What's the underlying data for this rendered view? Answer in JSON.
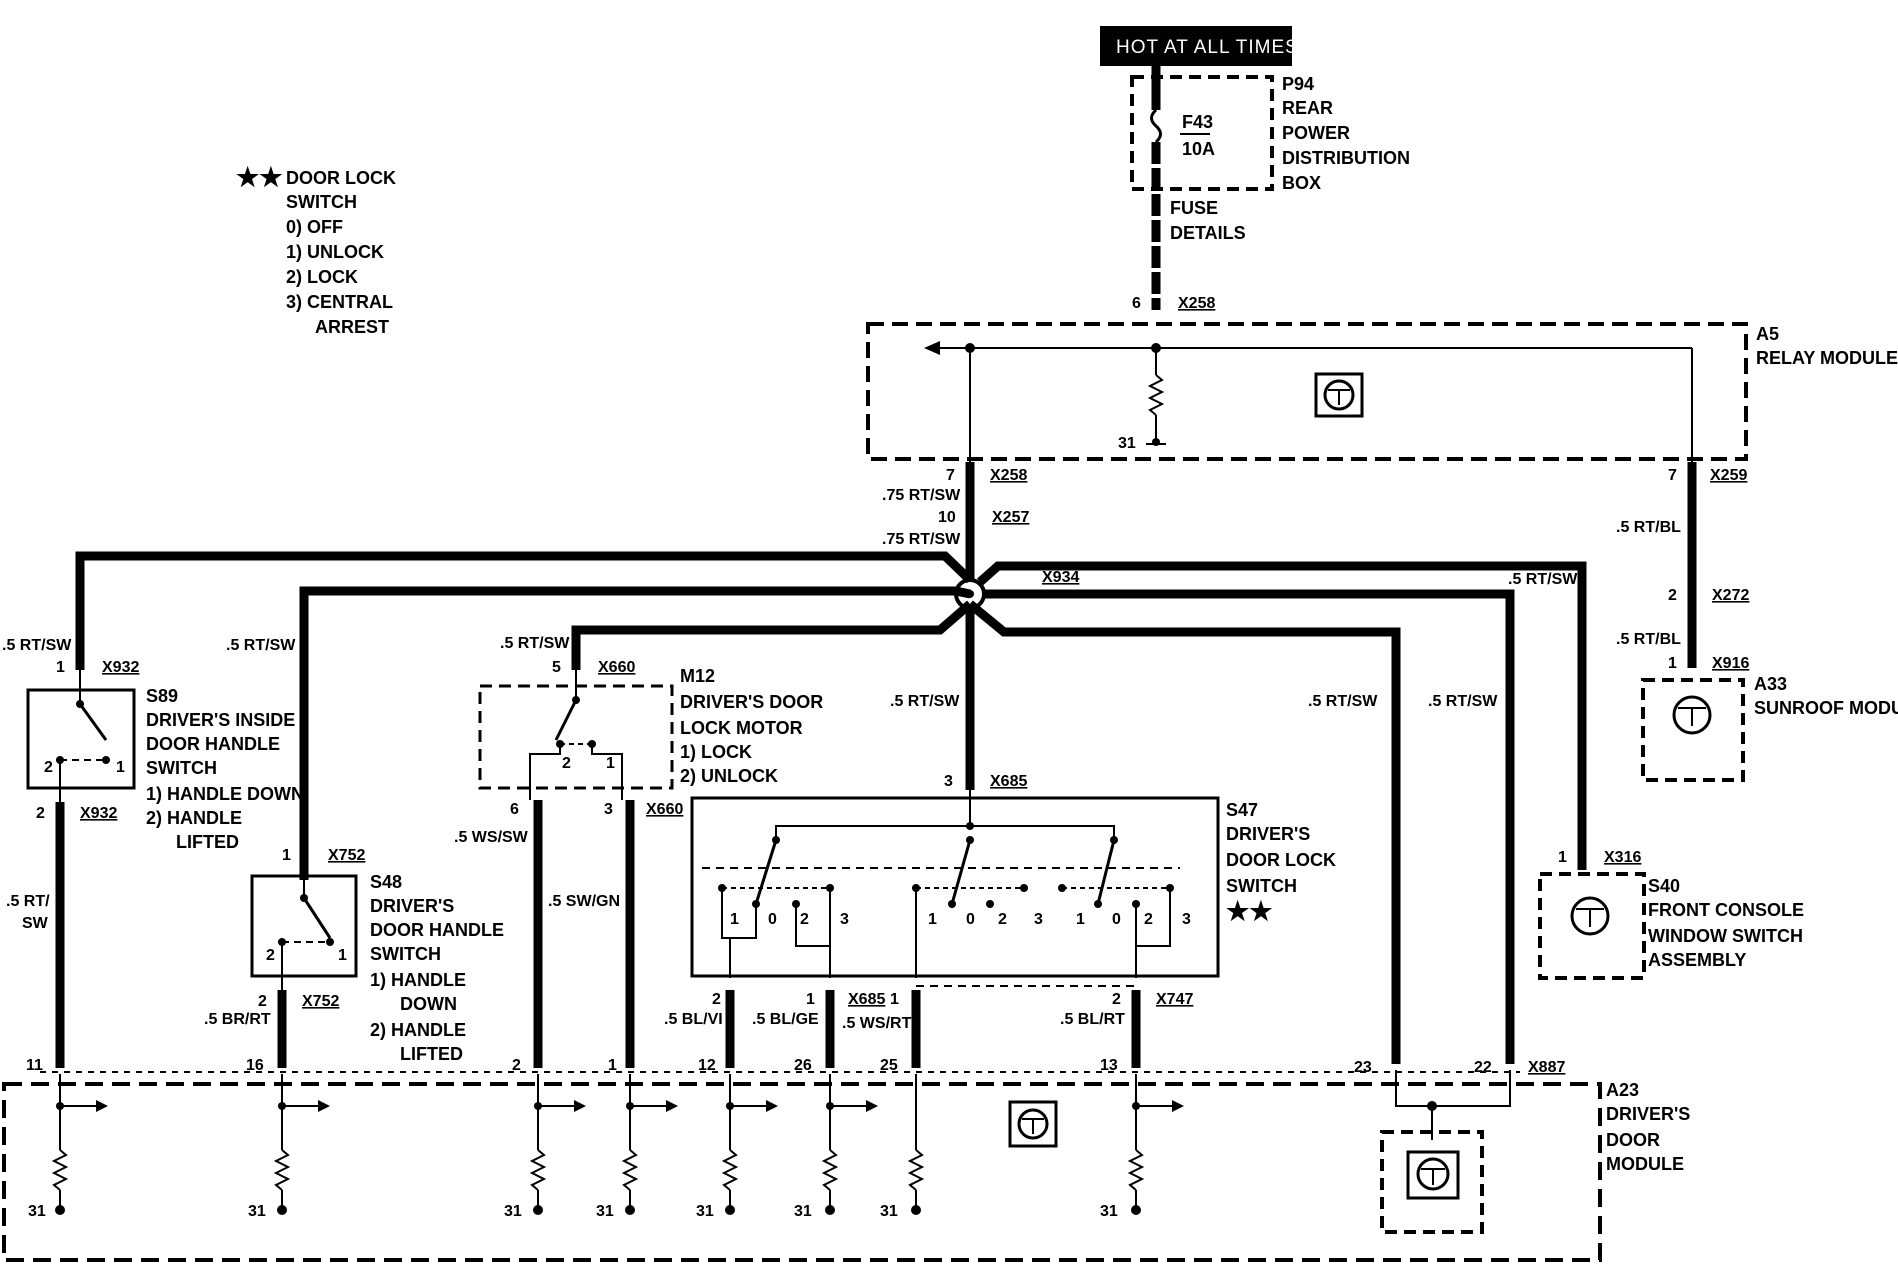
{
  "header": {
    "power_source": "HOT AT ALL TIMES"
  },
  "legend": {
    "title_line1": "DOOR LOCK",
    "title_line2": "SWITCH",
    "items": [
      "0)  OFF",
      "1)  UNLOCK",
      "2)  LOCK",
      "3)  CENTRAL",
      "ARREST"
    ]
  },
  "fuse_box": {
    "fuse_id": "F43",
    "fuse_rating": "10A",
    "lines": [
      "P94",
      "REAR",
      "POWER",
      "DISTRIBUTION",
      "BOX"
    ],
    "details_line1": "FUSE",
    "details_line2": "DETAILS"
  },
  "relay_module": {
    "id": "A5",
    "name": "RELAY MODULE",
    "pin_top": "6",
    "conn_top": "X258",
    "ground_pin": "31"
  },
  "sunroof": {
    "id": "A33",
    "name": "SUNROOF MODULE"
  },
  "door_handle_inside": {
    "id": "S89",
    "lines": [
      "DRIVER'S INSIDE",
      "DOOR HANDLE",
      "SWITCH",
      "1)   HANDLE DOWN",
      "2)   HANDLE",
      "LIFTED"
    ]
  },
  "door_handle": {
    "id": "S48",
    "lines": [
      "DRIVER'S",
      "DOOR HANDLE",
      "SWITCH",
      "1)   HANDLE",
      "DOWN",
      "2)   HANDLE",
      "LIFTED"
    ]
  },
  "lock_motor": {
    "id": "M12",
    "lines": [
      "DRIVER'S DOOR",
      "LOCK MOTOR",
      "1)   LOCK",
      "2)   UNLOCK"
    ]
  },
  "lock_switch": {
    "id": "S47",
    "lines": [
      "DRIVER'S",
      "DOOR LOCK",
      "SWITCH"
    ],
    "stars": "★★"
  },
  "console_switch": {
    "id": "S40",
    "lines": [
      "FRONT CONSOLE",
      "WINDOW SWITCH",
      "ASSEMBLY"
    ]
  },
  "door_module": {
    "id": "A23",
    "lines": [
      "DRIVER'S",
      "DOOR",
      "MODULE"
    ]
  },
  "splice": {
    "id": "X934"
  },
  "connectors": {
    "x258a": "X258",
    "x259": "X259",
    "x257": "X257",
    "x272": "X272",
    "x916": "X916",
    "x932a": "X932",
    "x932b": "X932",
    "x660a": "X660",
    "x660b": "X660",
    "x752a": "X752",
    "x752b": "X752",
    "x685a": "X685",
    "x685b": "X685",
    "x747": "X747",
    "x316": "X316",
    "x887": "X887"
  },
  "wires": {
    "w1": ".75 RT/SW",
    "w2": ".75 RT/SW",
    "w3": ".5 RT/BL",
    "w4": ".5 RT/BL",
    "w5": ".5 RT/SW",
    "w6": ".5 RT/SW",
    "w7": ".5 RT/SW",
    "w8": ".5 RT/SW",
    "w9": ".5 RT/SW",
    "w10": ".5 RT/SW",
    "w11": ".5 RT/SW",
    "w12a": ".5 RT/",
    "w12b": "SW",
    "w13": ".5 BR/RT",
    "w14": ".5 WS/SW",
    "w15": ".5 SW/GN",
    "w16": ".5 BL/VI",
    "w17": ".5 BL/GE",
    "w18": ".5 WS/RT",
    "w19": ".5 BL/RT"
  },
  "pins": {
    "p7a": "7",
    "p7b": "7",
    "p10": "10",
    "p2a": "2",
    "p1a": "1",
    "s89_1": "1",
    "s89_2": "2",
    "s89_top": "1",
    "s89_bot": "2",
    "m12_top": "5",
    "m12_a": "6",
    "m12_b": "3",
    "m12_sw2": "2",
    "m12_sw1": "1",
    "s48_top": "1",
    "s48_bot": "2",
    "s48_sw2": "2",
    "s48_sw1": "1",
    "s47_top": "3",
    "s47_b1": "2",
    "s47_b2": "1",
    "s47_b3": "1",
    "s47_b4": "2",
    "s40_top": "1",
    "a23_11": "11",
    "a23_16": "16",
    "a23_2": "2",
    "a23_1": "1",
    "a23_12": "12",
    "a23_26": "26",
    "a23_25": "25",
    "a23_13": "13",
    "a23_23": "23",
    "a23_22": "22",
    "g31": "31"
  },
  "switch_positions": [
    "1",
    "0",
    "2",
    "3"
  ]
}
